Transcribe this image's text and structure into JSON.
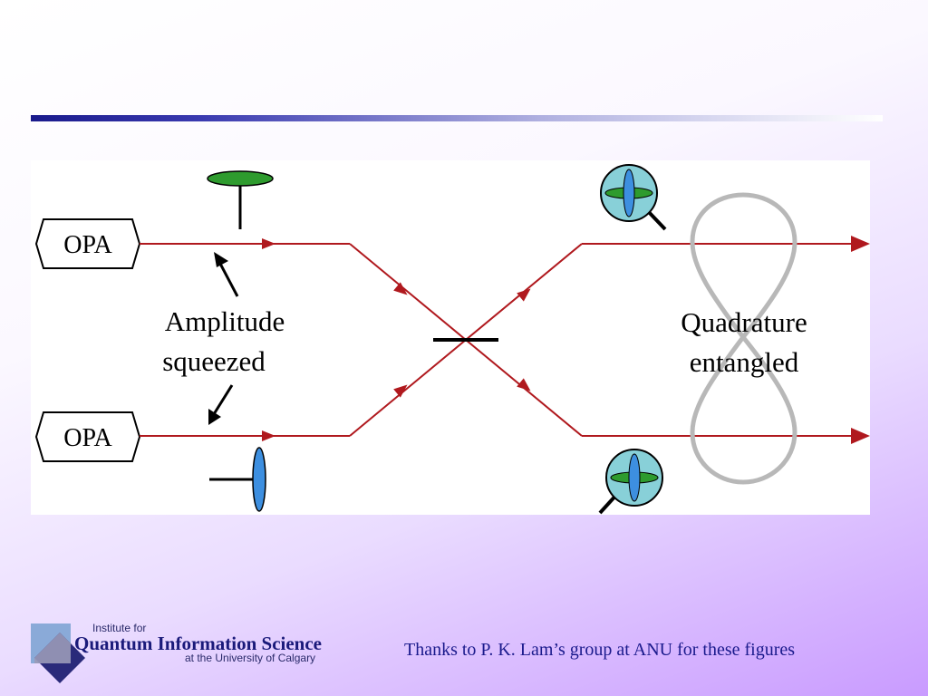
{
  "diagram": {
    "opa_label": "OPA",
    "amplitude_label": "Amplitude",
    "squeezed_label": "squeezed",
    "quadrature_label": "Quadrature",
    "entangled_label": "entangled",
    "colors": {
      "beam": "#b0191e",
      "ellipse_green": "#2e9b2e",
      "ellipse_blue": "#3d8fe0",
      "detector_fill": "#88d0d8",
      "loop": "#b8b8b8"
    }
  },
  "logo": {
    "line1": "Institute for",
    "line2": "Quantum Information Science",
    "line3": "at the University of Calgary"
  },
  "credit": "Thanks to P. K. Lam’s group at ANU for these figures"
}
